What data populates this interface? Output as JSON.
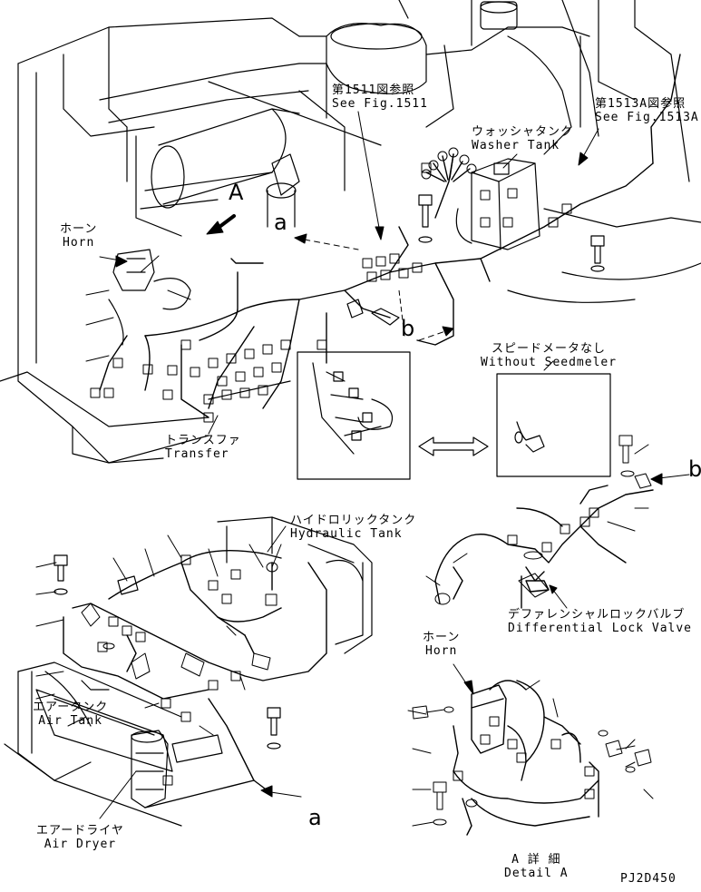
{
  "labels": {
    "fig1511": {
      "jp": "第1511図参照",
      "en": "See Fig.1511"
    },
    "fig1513a": {
      "jp": "第1513A図参照",
      "en": "See Fig.1513A"
    },
    "washer_tank": {
      "jp": "ウォッシャタンク",
      "en": "Washer Tank"
    },
    "horn_top": {
      "jp": "ホーン",
      "en": "Horn"
    },
    "view_a": "A",
    "callout_a_top": "a",
    "callout_b_mid": "b",
    "speedometer": {
      "jp": "スピードメータなし",
      "en": "Without Seedmeler"
    },
    "transfer": {
      "jp": "トランスファ",
      "en": "Transfer"
    },
    "callout_b_right": "b",
    "hydraulic_tank": {
      "jp": "ハイドロリックタンク",
      "en": "Hydraulic Tank"
    },
    "diff_lock": {
      "jp": "デファレンシャルロックバルブ",
      "en": "Differential Lock Valve"
    },
    "horn_detail": {
      "jp": "ホーン",
      "en": "Horn"
    },
    "air_tank": {
      "jp": "エアータンク",
      "en": "Air Tank"
    },
    "air_dryer": {
      "jp": "エアードライヤ",
      "en": "Air Dryer"
    },
    "callout_a_bottom": "a",
    "detail_a": {
      "jp": "A 詳 細",
      "en": "Detail A"
    },
    "drawing_code": "PJ2D450"
  },
  "colors": {
    "ink": "#000000",
    "paper": "#ffffff"
  }
}
